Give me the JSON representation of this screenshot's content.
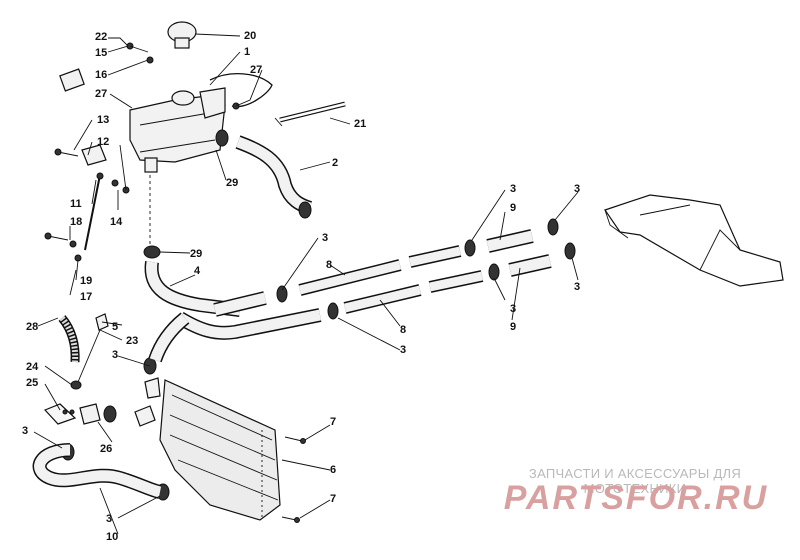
{
  "callouts": [
    {
      "id": "c22",
      "text": "22"
    },
    {
      "id": "c15",
      "text": "15"
    },
    {
      "id": "c16",
      "text": "16"
    },
    {
      "id": "c27a",
      "text": "27"
    },
    {
      "id": "c20",
      "text": "20"
    },
    {
      "id": "c1",
      "text": "1"
    },
    {
      "id": "c27b",
      "text": "27"
    },
    {
      "id": "c21",
      "text": "21"
    },
    {
      "id": "c13",
      "text": "13"
    },
    {
      "id": "c12",
      "text": "12"
    },
    {
      "id": "c14",
      "text": "14"
    },
    {
      "id": "c29a",
      "text": "29"
    },
    {
      "id": "c2",
      "text": "2"
    },
    {
      "id": "c11",
      "text": "11"
    },
    {
      "id": "c18",
      "text": "18"
    },
    {
      "id": "c19",
      "text": "19"
    },
    {
      "id": "c17",
      "text": "17"
    },
    {
      "id": "c29b",
      "text": "29"
    },
    {
      "id": "c4",
      "text": "4"
    },
    {
      "id": "c3a",
      "text": "3"
    },
    {
      "id": "c8a",
      "text": "8"
    },
    {
      "id": "c3b",
      "text": "3"
    },
    {
      "id": "c9a",
      "text": "9"
    },
    {
      "id": "c3c",
      "text": "3"
    },
    {
      "id": "c3d",
      "text": "3"
    },
    {
      "id": "c3e",
      "text": "3"
    },
    {
      "id": "c9b",
      "text": "9"
    },
    {
      "id": "c8b",
      "text": "8"
    },
    {
      "id": "c3f",
      "text": "3"
    },
    {
      "id": "c28",
      "text": "28"
    },
    {
      "id": "c5",
      "text": "5"
    },
    {
      "id": "c23",
      "text": "23"
    },
    {
      "id": "c3g",
      "text": "3"
    },
    {
      "id": "c24",
      "text": "24"
    },
    {
      "id": "c25",
      "text": "25"
    },
    {
      "id": "c26",
      "text": "26"
    },
    {
      "id": "c7a",
      "text": "7"
    },
    {
      "id": "c3h",
      "text": "3"
    },
    {
      "id": "c6",
      "text": "6"
    },
    {
      "id": "c7b",
      "text": "7"
    },
    {
      "id": "c3i",
      "text": "3"
    },
    {
      "id": "c10",
      "text": "10"
    }
  ],
  "watermark": {
    "tagline": "ЗАПЧАСТИ И АКСЕССУАРЫ ДЛЯ МОТОТЕХНИКИ",
    "logo": "PARTSFOR.RU"
  }
}
